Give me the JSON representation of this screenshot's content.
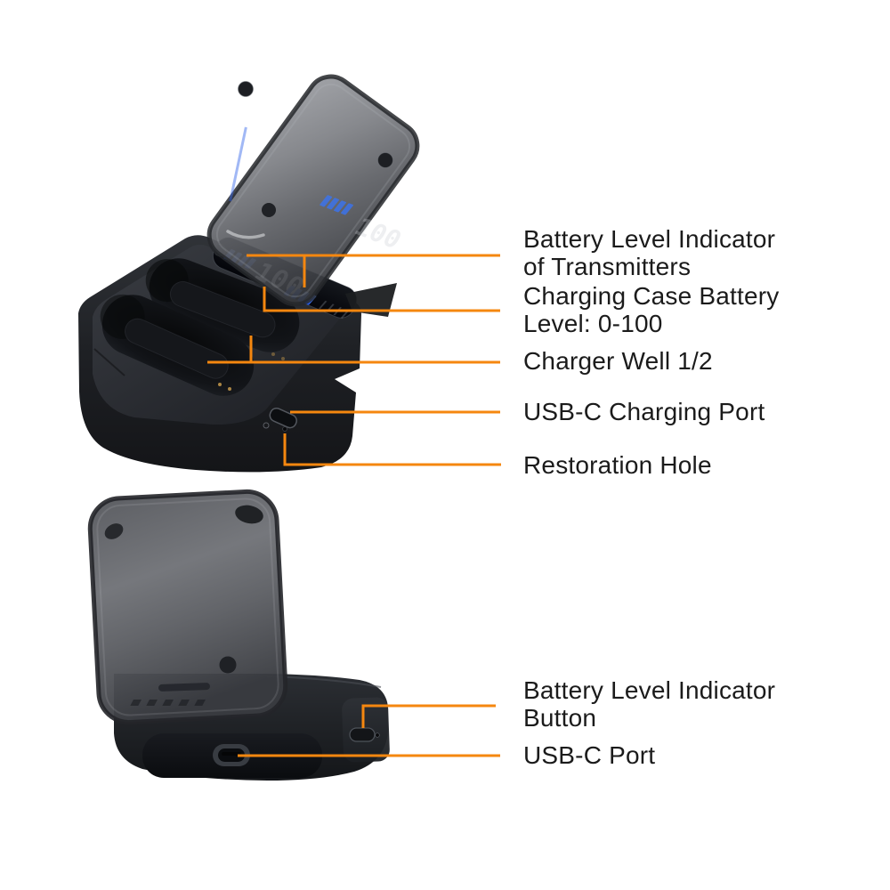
{
  "image_type": "annotated product diagram of a wireless-microphone charging case",
  "colors": {
    "background": "#ffffff",
    "callout_orange": "#f5870f",
    "label_text": "#1b1b1b",
    "case_black": "#1d1f23",
    "lid_smoke_grey": "#5f6166",
    "indicator_blue": "#2f6cf5",
    "display_digits_white": "#eef0f4"
  },
  "display": {
    "case_battery_value": "100",
    "lid_reflection_value": "100",
    "transmitter_bar_groups": 2,
    "bars_per_group": 4
  },
  "annotations": {
    "top": [
      {
        "id": "battery-level-indicator-of-transmitters",
        "line1": "Battery Level Indicator",
        "line2": "of Transmitters"
      },
      {
        "id": "charging-case-battery-level",
        "line1": "Charging Case Battery",
        "line2": "Level: 0-100"
      },
      {
        "id": "charger-well",
        "line1": "Charger Well 1/2",
        "line2": ""
      },
      {
        "id": "usb-c-charging-port",
        "line1": "USB-C Charging Port",
        "line2": ""
      },
      {
        "id": "restoration-hole",
        "line1": "Restoration Hole",
        "line2": ""
      }
    ],
    "bottom": [
      {
        "id": "battery-level-indicator-button",
        "line1": "Battery Level Indicator",
        "line2": "Button"
      },
      {
        "id": "usb-c-port",
        "line1": "USB-C Port",
        "line2": ""
      }
    ]
  }
}
